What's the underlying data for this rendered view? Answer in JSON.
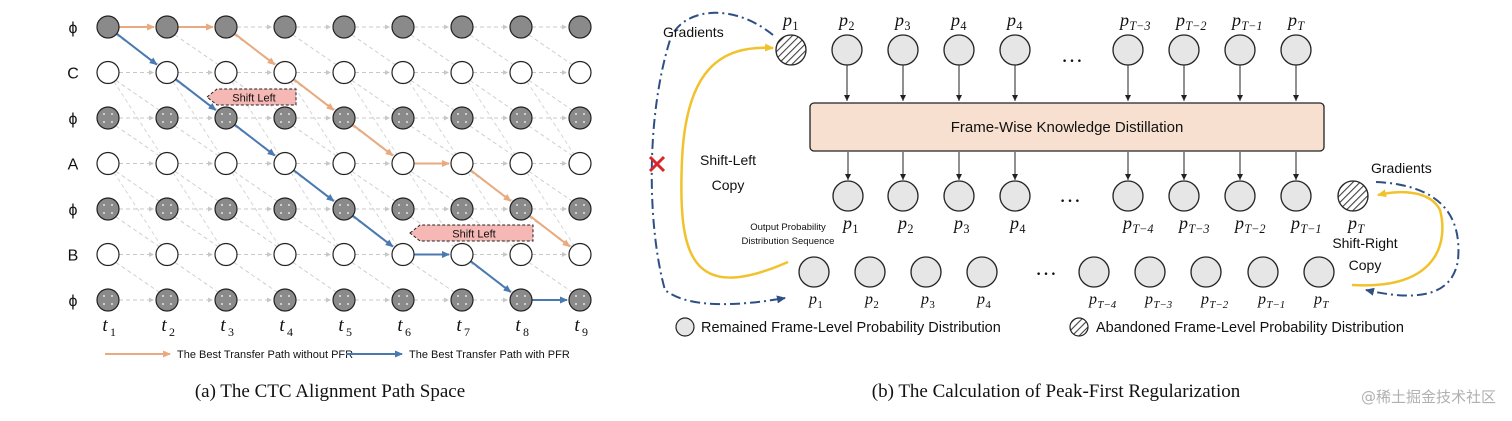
{
  "panel_a": {
    "rows": [
      "ϕ",
      "C",
      "ϕ",
      "A",
      "ϕ",
      "B",
      "ϕ"
    ],
    "row_types": [
      "blank",
      "label",
      "blank",
      "label",
      "blank",
      "label",
      "blank"
    ],
    "timesteps": [
      "t",
      "t",
      "t",
      "t",
      "t",
      "t",
      "t",
      "t",
      "t"
    ],
    "timestep_subs": [
      "1",
      "2",
      "3",
      "4",
      "5",
      "6",
      "7",
      "8",
      "9"
    ],
    "path_without_pfr": [
      [
        0,
        0
      ],
      [
        1,
        0
      ],
      [
        2,
        0
      ],
      [
        3,
        1
      ],
      [
        4,
        2
      ],
      [
        5,
        3
      ],
      [
        6,
        3
      ],
      [
        7,
        4
      ],
      [
        8,
        5
      ]
    ],
    "path_with_pfr": [
      [
        0,
        0
      ],
      [
        1,
        1
      ],
      [
        2,
        2
      ],
      [
        3,
        3
      ],
      [
        4,
        4
      ],
      [
        5,
        5
      ],
      [
        6,
        5
      ],
      [
        7,
        6
      ],
      [
        8,
        6
      ]
    ],
    "shift_left_1": "Shift Left",
    "shift_left_2": "Shift Left",
    "legend_without": "The Best Transfer Path without PFR",
    "legend_with": "The Best Transfer Path with PFR",
    "caption": "(a)  The CTC Alignment Path Space",
    "colors": {
      "without_pfr": "#e8aa7e",
      "with_pfr": "#4a78b0",
      "shift_fill": "#f5b8b4",
      "gray_node": "#8a8a8a"
    }
  },
  "panel_b": {
    "top_p": [
      "1",
      "2",
      "3",
      "4",
      "4",
      "T−3",
      "T−2",
      "T−1",
      "T"
    ],
    "mid_p": [
      "1",
      "2",
      "3",
      "4",
      "T−4",
      "T−3",
      "T−2",
      "T−1",
      "T"
    ],
    "bot_p": [
      "1",
      "2",
      "3",
      "4",
      "T−4",
      "T−3",
      "T−2",
      "T−1",
      "T"
    ],
    "p_letter": "p",
    "ellipsis": "…",
    "kd_box": "Frame-Wise Knowledge Distillation",
    "gradients_left": "Gradients",
    "gradients_right": "Gradients",
    "shift_left_copy": [
      "Shift-Left",
      "Copy"
    ],
    "shift_right_copy": [
      "Shift-Right",
      "Copy"
    ],
    "output_seq": [
      "Output Probability",
      "Distribution Sequence"
    ],
    "legend_remained": "Remained Frame-Level Probability Distribution",
    "legend_abandoned": "Abandoned Frame-Level Probability Distribution",
    "caption": "(b)  The Calculation of Peak-First Regularization",
    "colors": {
      "kd_fill": "#f7e0cf",
      "node_fill": "#e6e6e6",
      "yellow": "#f2c22c",
      "dash_blue": "#2e4f86",
      "cross": "#d8262b"
    }
  },
  "watermark": "@稀土掘金技术社区"
}
